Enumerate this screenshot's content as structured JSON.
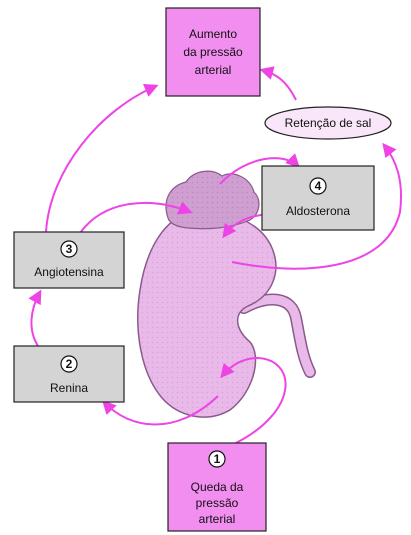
{
  "nodes": {
    "aumento": {
      "lines": [
        "Aumento",
        "da pressão",
        "arterial"
      ]
    },
    "retencao": {
      "label": "Retenção de sal"
    },
    "aldosterona": {
      "number": "4",
      "label": "Aldosterona"
    },
    "angiotensina": {
      "number": "3",
      "label": "Angiotensina"
    },
    "renina": {
      "number": "2",
      "label": "Renina"
    },
    "queda": {
      "number": "1",
      "lines": [
        "Queda da",
        "pressão",
        "arterial"
      ]
    }
  },
  "colors": {
    "pink_box": "#f28ef0",
    "gray_box": "#d4d4d4",
    "arrow": "#ee44e6",
    "kidney": "#e9b9ea",
    "kidney_stroke": "#8a5a8c",
    "gland": "#cf9fd2"
  }
}
